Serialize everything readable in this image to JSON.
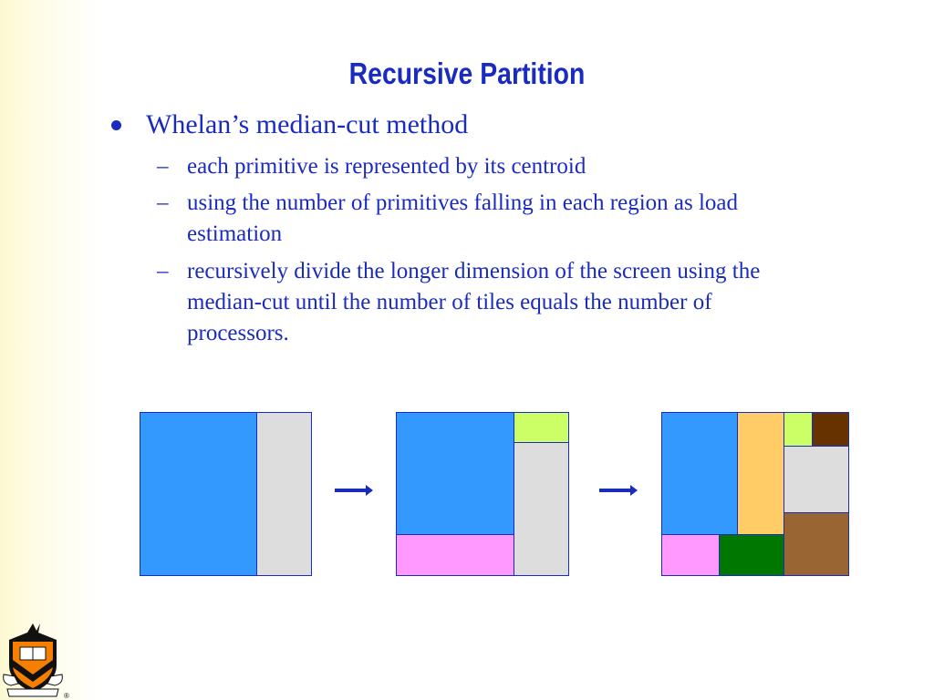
{
  "slide": {
    "title": "Recursive Partition",
    "bullet": "Whelan’s median-cut method",
    "subbullets": [
      "each primitive is represented by its centroid",
      " using the number of primitives falling in each region as load estimation",
      "recursively divide the longer dimension of the screen using the median-cut until the number of tiles equals the number of processors."
    ],
    "dash_symbol": "–"
  },
  "diagram": {
    "colors": {
      "blue": "#3399ff",
      "gray": "#dddddd",
      "lime": "#ccff66",
      "pink": "#ff99ff",
      "orange": "#ffcc66",
      "darkbrown": "#663300",
      "green": "#007700",
      "brown": "#996633",
      "outline": "#1a2bc0"
    }
  },
  "logo": {
    "icon": "princeton-shield-icon",
    "registered_mark": "®"
  }
}
